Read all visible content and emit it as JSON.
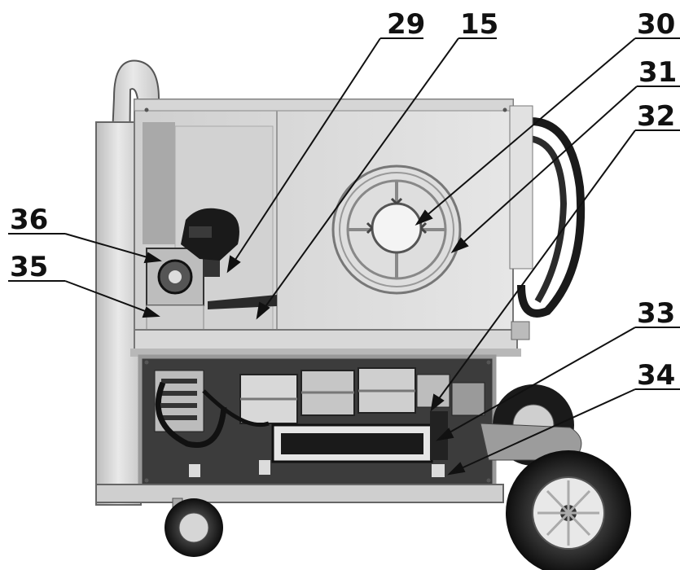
{
  "callouts": [
    {
      "id": "c29",
      "label": "29"
    },
    {
      "id": "c15",
      "label": "15"
    },
    {
      "id": "c30",
      "label": "30"
    },
    {
      "id": "c31",
      "label": "31"
    },
    {
      "id": "c32",
      "label": "32"
    },
    {
      "id": "c36",
      "label": "36"
    },
    {
      "id": "c35",
      "label": "35"
    },
    {
      "id": "c33",
      "label": "33"
    },
    {
      "id": "c34",
      "label": "34"
    }
  ],
  "colors": {
    "line": "#111111",
    "panel_light": "#dcdcdc",
    "panel_mid": "#c4c4c4",
    "panel_dark": "#8a8a8a",
    "metal_black": "#1a1a1a"
  }
}
